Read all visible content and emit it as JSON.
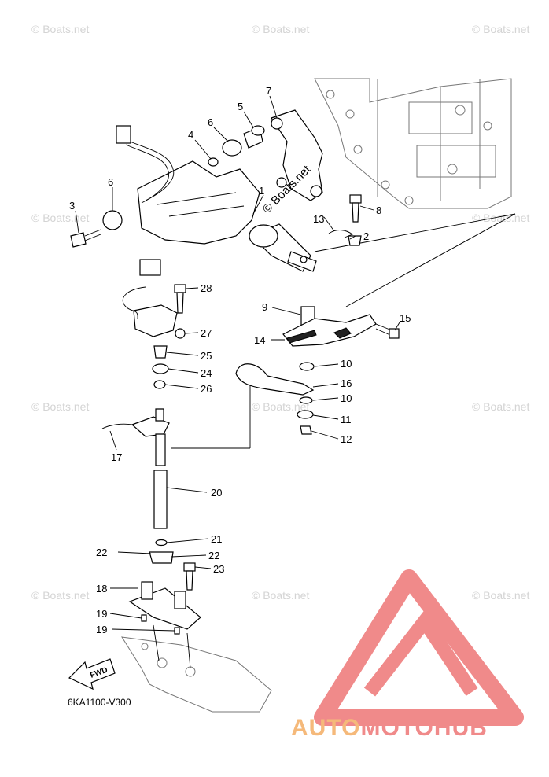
{
  "diagram": {
    "code": "6KA1100-V300",
    "fwd_label": "FWD",
    "center_watermark": "© Boats.net",
    "watermark_text": "© Boats.net",
    "brand": {
      "part1": "AUTO",
      "part2": "MOTO",
      "part3": "HUB",
      "color_primary": "#f08a8a",
      "color_secondary": "#f5b97a"
    },
    "callouts": [
      "1",
      "2",
      "3",
      "4",
      "5",
      "6",
      "6",
      "7",
      "8",
      "9",
      "10",
      "10",
      "11",
      "12",
      "13",
      "14",
      "15",
      "16",
      "17",
      "18",
      "19",
      "19",
      "20",
      "21",
      "22",
      "22",
      "23",
      "24",
      "25",
      "26",
      "27",
      "28"
    ]
  }
}
